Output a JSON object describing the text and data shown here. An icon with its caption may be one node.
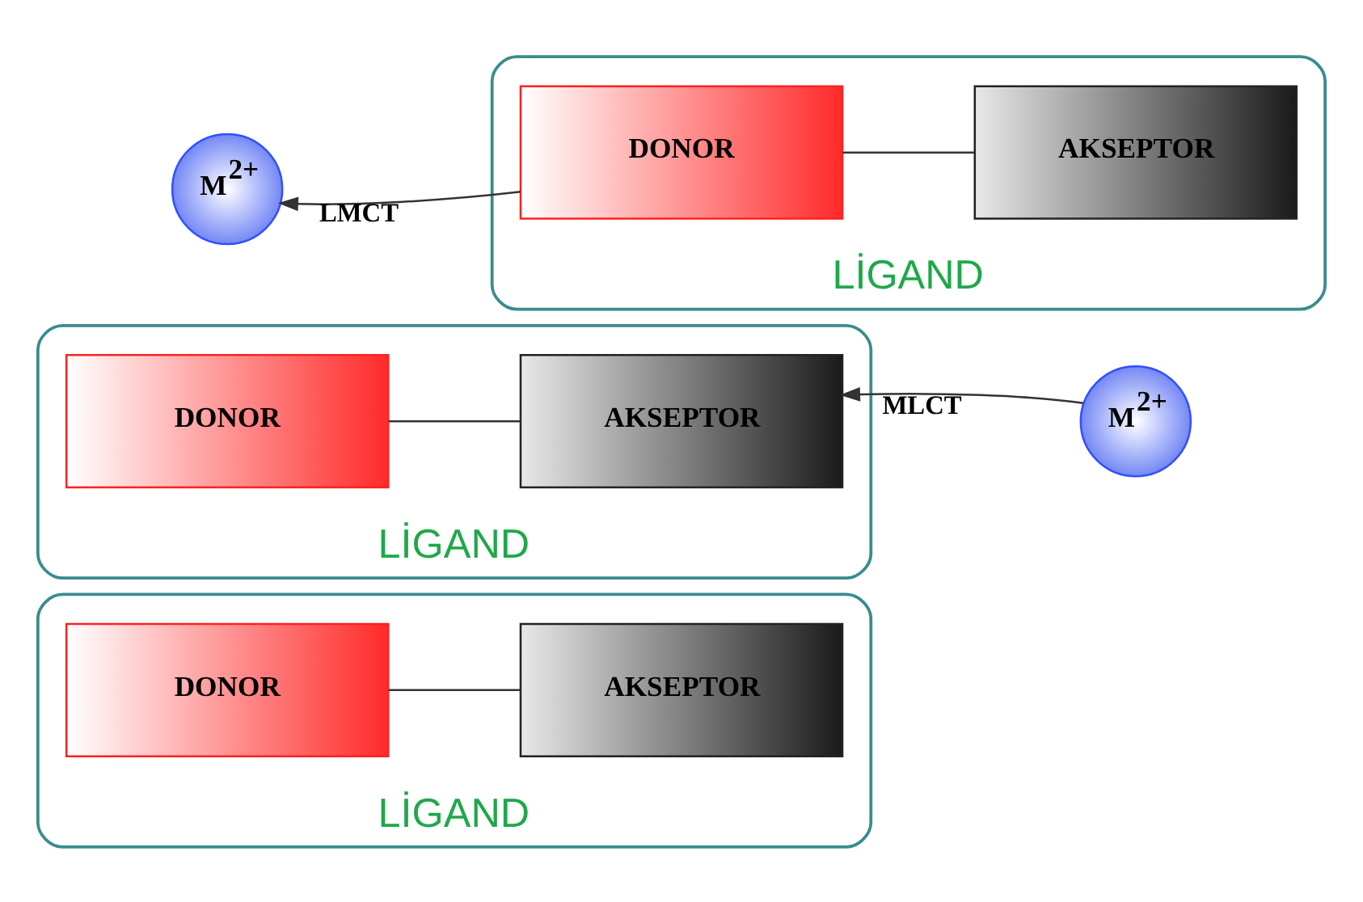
{
  "diagram": {
    "nodes": [
      {
        "text": [
          "LİGAND"
        ]
      },
      {
        "text": [
          "DONOR"
        ],
        "in": 0
      },
      {
        "text": [
          "AKSEPTOR"
        ],
        "in": 0
      },
      {
        "text": [
          "LİGAND"
        ]
      },
      {
        "text": [
          "DONOR"
        ],
        "in": 3
      },
      {
        "text": [
          "AKSEPTOR"
        ],
        "in": 3
      },
      {
        "text": [
          "M$^{2+}$"
        ]
      },
      {
        "text": [
          "LİGAND"
        ]
      },
      {
        "text": [
          "M$^{2+}$"
        ]
      },
      {
        "text": [
          "DONOR"
        ],
        "in": 7
      },
      {
        "text": [
          "AKSEPTOR"
        ],
        "in": 7
      }
    ],
    "edges": [
      {
        "from": 1,
        "to": 2,
        "arrow": "none"
      },
      {
        "from": 4,
        "to": 5,
        "arrow": "none"
      },
      {
        "from": 6,
        "to": 5,
        "arrow": "to",
        "label": "MLCT"
      },
      {
        "from": 9,
        "to": 8,
        "arrow": "to",
        "label": "LMCT"
      },
      {
        "from": 9,
        "to": 10,
        "arrow": "none"
      }
    ]
  }
}
